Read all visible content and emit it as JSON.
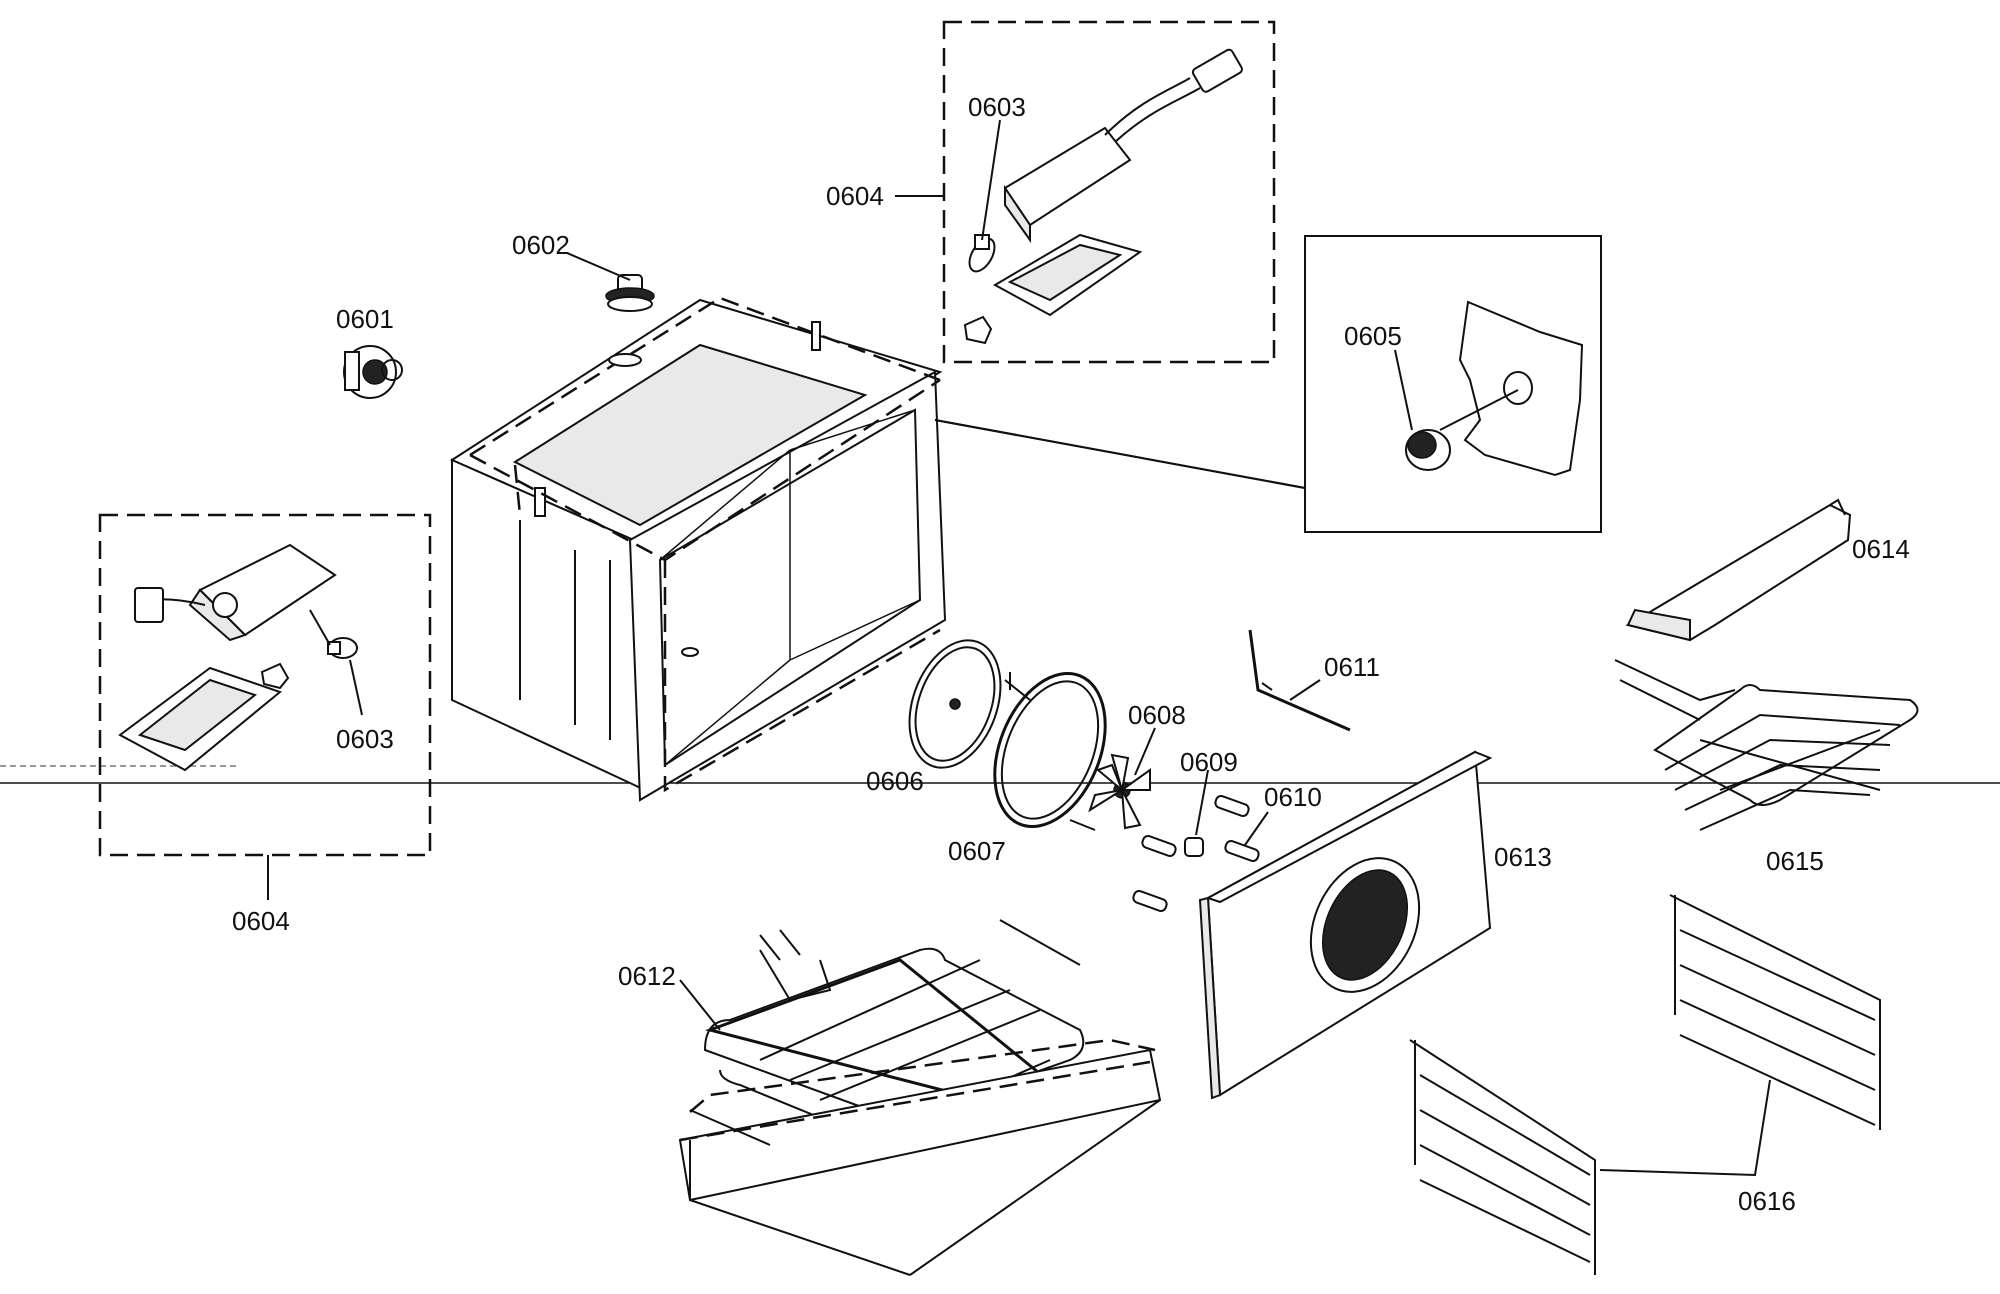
{
  "callouts": {
    "c0601": "0601",
    "c0602": "0602",
    "c0603_top": "0603",
    "c0603_left": "0603",
    "c0604_top": "0604",
    "c0604_left": "0604",
    "c0605": "0605",
    "c0606": "0606",
    "c0607": "0607",
    "c0608": "0608",
    "c0609": "0609",
    "c0610": "0610",
    "c0611": "0611",
    "c0612": "0612",
    "c0613": "0613",
    "c0614": "0614",
    "c0615": "0615",
    "c0616": "0616"
  }
}
